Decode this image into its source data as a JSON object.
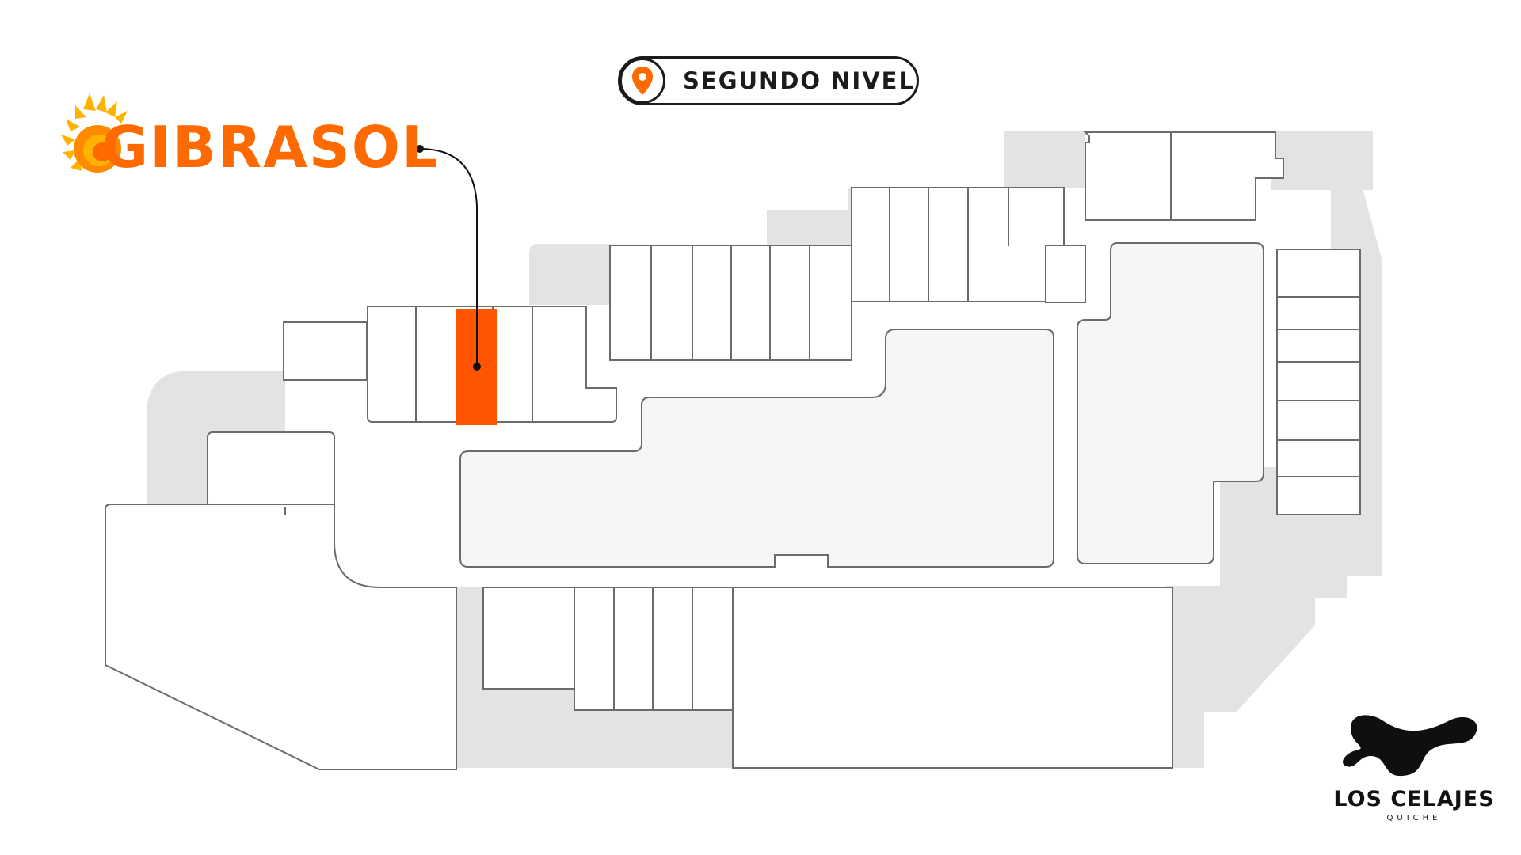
{
  "level": {
    "label": "SEGUNDO NIVEL",
    "icon": "location-pin-icon"
  },
  "brand": {
    "name": "GIBRASOL",
    "logo_icon": "sun-icon"
  },
  "mall": {
    "name": "LOS CELAJES",
    "city": "QUICHÉ",
    "logo_icon": "celajes-wave-logo"
  },
  "colors": {
    "highlight": "#ff5500",
    "brand": "#ff6a00",
    "sun_yellow": "#ffb300",
    "outline": "#6b6b6b",
    "background_zone": "#e3e3e3",
    "plaza": "#f6f6f6",
    "ink": "#1b1b1b"
  }
}
